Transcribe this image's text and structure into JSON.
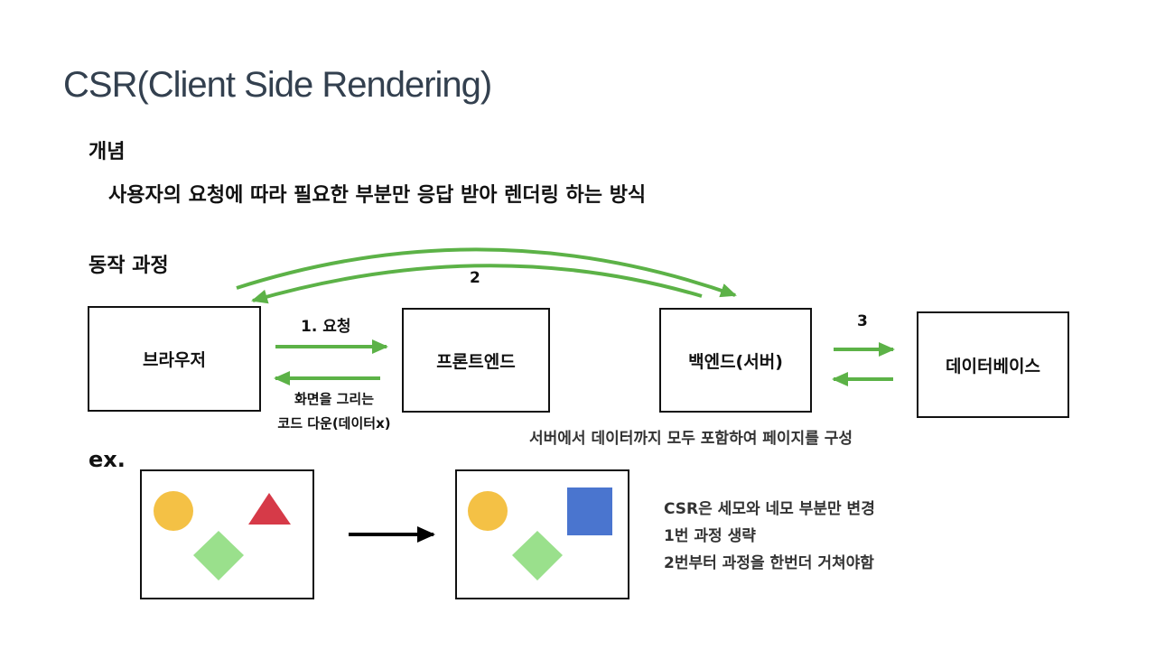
{
  "slide": {
    "title": "CSR(Client Side Rendering)",
    "concept_heading": "개념",
    "concept_text": "사용자의 요청에 따라 필요한 부분만 응답 받아 렌더링 하는 방식",
    "process_heading": "동작 과정",
    "example_heading": "ex."
  },
  "diagram": {
    "browser": "브라우저",
    "frontend": "프론트엔드",
    "backend": "백엔드(서버)",
    "database": "데이터베이스",
    "step1_label": "1. 요청",
    "step2_label": "2",
    "step3_label": "3",
    "response_line1": "화면을 그리는",
    "response_line2": "코드 다운(데이터x)",
    "backend_note": "서버에서 데이터까지 모두 포함하여 페이지를 구성",
    "arrow_color": "#5cb247"
  },
  "example": {
    "notes": [
      "CSR은 세모와 네모 부분만 변경",
      "1번 과정 생략",
      "2번부터 과정을 한번더 거쳐야함"
    ],
    "colors": {
      "circle": "#f4c145",
      "triangle": "#d63a48",
      "diamond": "#9ae08c",
      "square": "#4a75cf",
      "arrow": "#000000"
    }
  }
}
